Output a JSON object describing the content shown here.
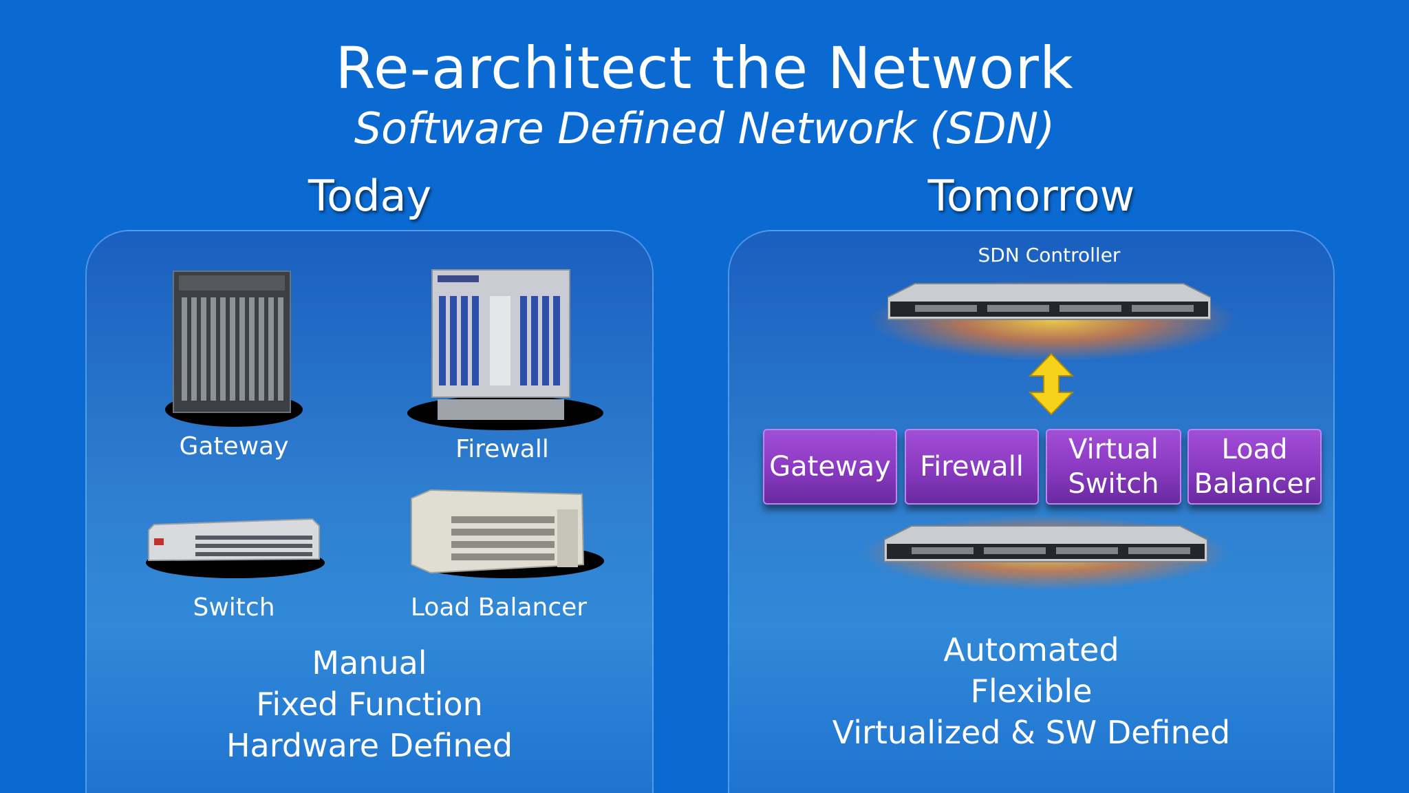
{
  "slide": {
    "title": "Re-architect the Network",
    "subtitle": "Software Defined Network (SDN)"
  },
  "today": {
    "heading": "Today",
    "devices": [
      "Gateway",
      "Firewall",
      "Switch",
      "Load Balancer"
    ],
    "summary": [
      "Manual",
      "Fixed Function",
      "Hardware Defined"
    ]
  },
  "tomorrow": {
    "heading": "Tomorrow",
    "controller_label": "SDN Controller",
    "functions": [
      "Gateway",
      "Firewall",
      "Virtual Switch",
      "Load Balancer"
    ],
    "summary": [
      "Automated",
      "Flexible",
      "Virtualized & SW Defined"
    ]
  },
  "colors": {
    "background": "#0a6ad1",
    "vnf_purple": "#8c3bc3",
    "arrow_yellow": "#f6d21b"
  }
}
